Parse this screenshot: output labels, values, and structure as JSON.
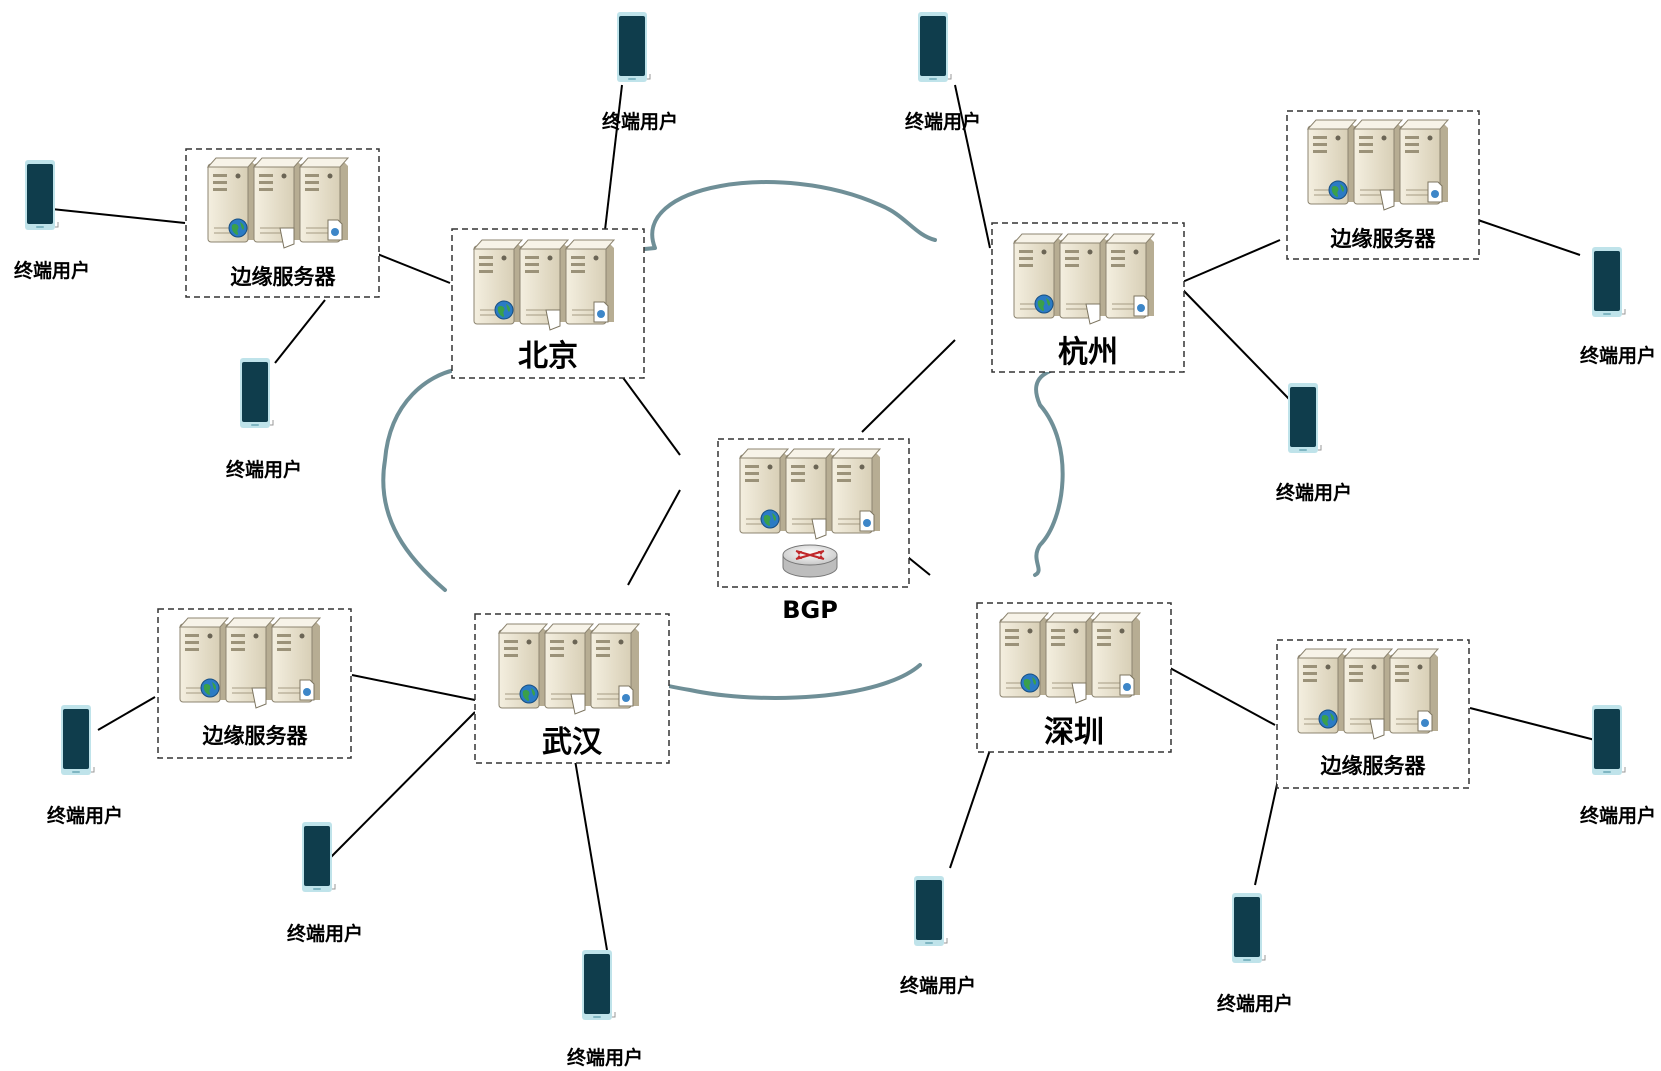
{
  "diagram": {
    "bgp_label": "BGP",
    "cities": [
      {
        "id": "beijing",
        "label": "北京"
      },
      {
        "id": "hangzhou",
        "label": "杭州"
      },
      {
        "id": "wuhan",
        "label": "武汉"
      },
      {
        "id": "shenzhen",
        "label": "深圳"
      }
    ],
    "edge_server_label": "边缘服务器",
    "terminal_user_label": "终端用户"
  },
  "colors": {
    "cloud_stroke": "#6f8f97",
    "phone_body": "#0f3d4c",
    "phone_frame": "#bfe3ea",
    "server_body": "#e9e2cf",
    "server_shadow": "#b7ad93",
    "globe": "#2b7bc4",
    "globe_land": "#3aa04a",
    "router_arrow": "#c0282b"
  }
}
